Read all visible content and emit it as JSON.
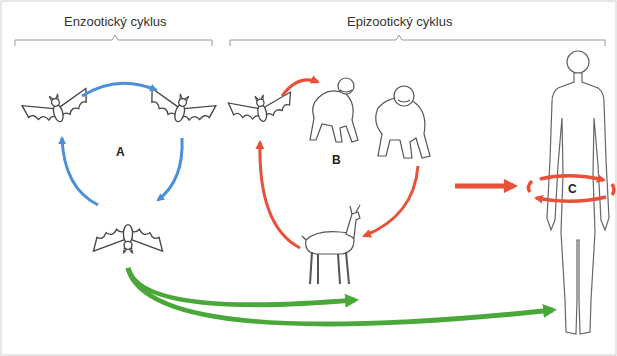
{
  "diagram": {
    "labels": [
      "Enzootický cyklus",
      "Epizootický cyklus",
      "A",
      "B",
      "C"
    ]
  }
}
